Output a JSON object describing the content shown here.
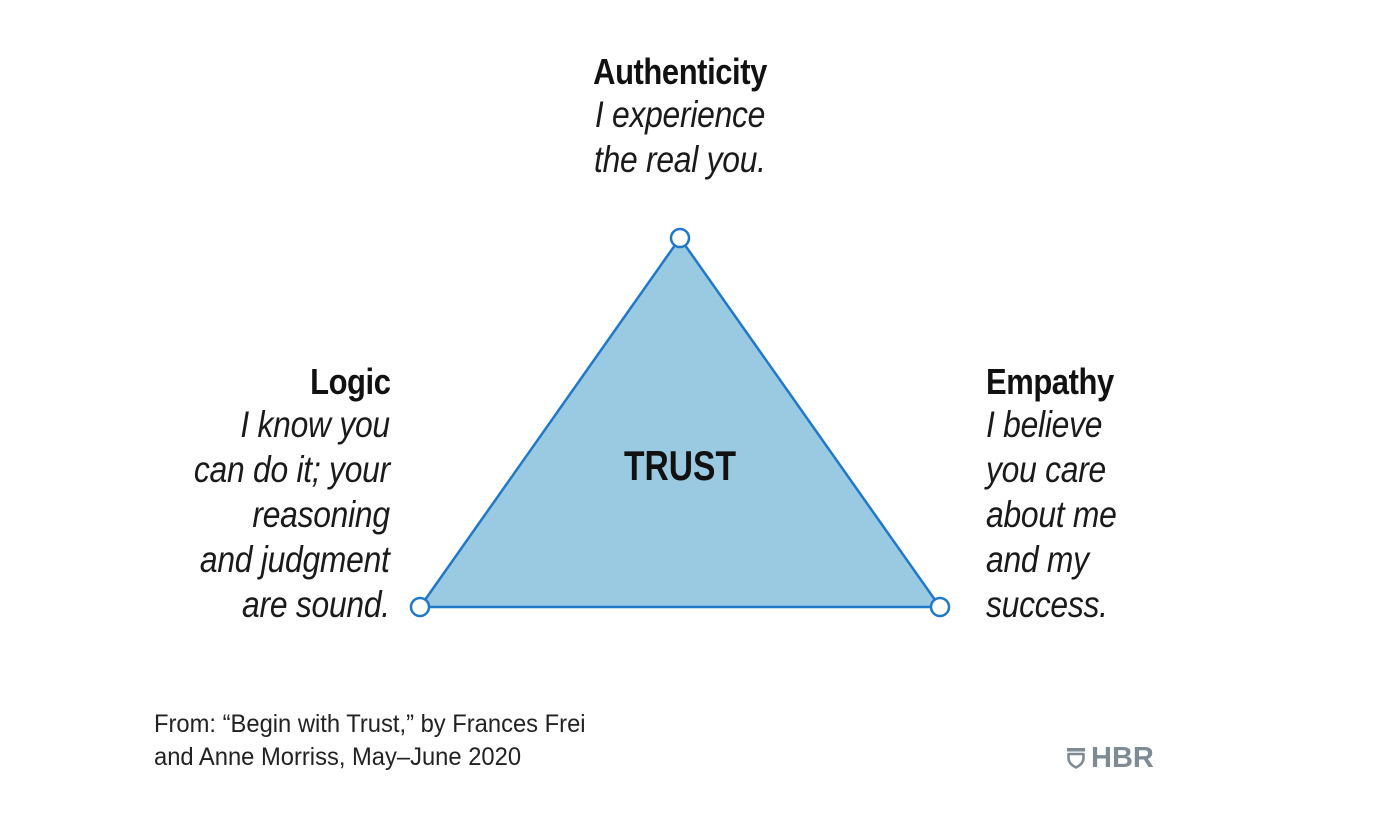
{
  "diagram": {
    "type": "trust-triangle",
    "center_label": "TRUST",
    "colors": {
      "fill": "#99cae2",
      "stroke": "#1f78c8",
      "node_fill": "#ffffff",
      "text": "#111111",
      "logo": "#7e8b95"
    },
    "vertices": {
      "top": {
        "title": "Authenticity",
        "description_lines": [
          "I experience",
          "the real you."
        ]
      },
      "left": {
        "title": "Logic",
        "description_lines": [
          "I know you",
          "can do it; your",
          "reasoning",
          "and judgment",
          "are sound."
        ]
      },
      "right": {
        "title": "Empathy",
        "description_lines": [
          "I believe",
          "you care",
          "about me",
          "and my",
          "success."
        ]
      }
    }
  },
  "footer": {
    "source_lines": [
      "From: “Begin with Trust,” by Frances Frei",
      "and Anne Morriss, May–June 2020"
    ],
    "logo": {
      "icon": "hbr-shield-icon",
      "text": "HBR"
    }
  }
}
